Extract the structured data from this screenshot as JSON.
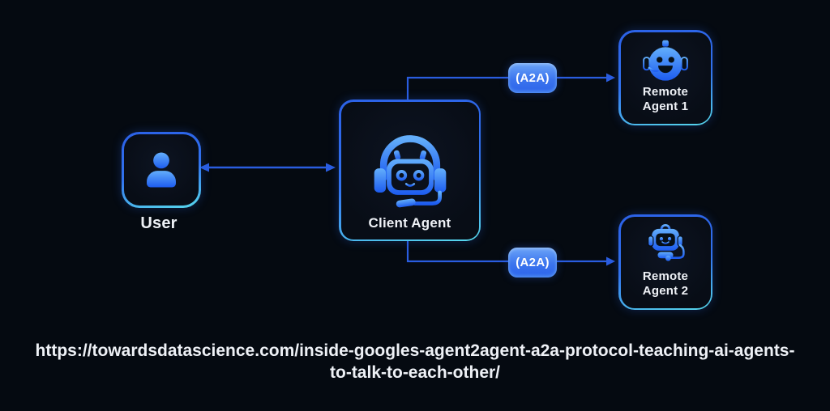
{
  "diagram": {
    "background": "#050a11",
    "accent_blue": "#2c63e8",
    "accent_cyan": "#57d9ec",
    "arrow_color": "#2a5de0",
    "icon_gradient": [
      "#63aefb",
      "#1d5cf0"
    ]
  },
  "nodes": {
    "user": {
      "label": "User",
      "icon": "person-icon"
    },
    "client": {
      "label": "Client Agent",
      "icon": "robot-headset-icon"
    },
    "remote1": {
      "label_line1": "Remote",
      "label_line2": "Agent 1",
      "icon": "robot-round-head-icon"
    },
    "remote2": {
      "label_line1": "Remote",
      "label_line2": "Agent 2",
      "icon": "robot-square-head-icon"
    }
  },
  "edges": {
    "user_client": {
      "type": "bidirectional-arrow",
      "label": ""
    },
    "client_remote1": {
      "type": "arrow",
      "label": "(A2A)"
    },
    "client_remote2": {
      "type": "arrow",
      "label": "(A2A)"
    }
  },
  "footer": {
    "url_line1": "https://towardsdatascience.com/inside-googles-agent2agent-a2a-protocol-teaching-ai-agents-",
    "url_line2": "to-talk-to-each-other/"
  }
}
